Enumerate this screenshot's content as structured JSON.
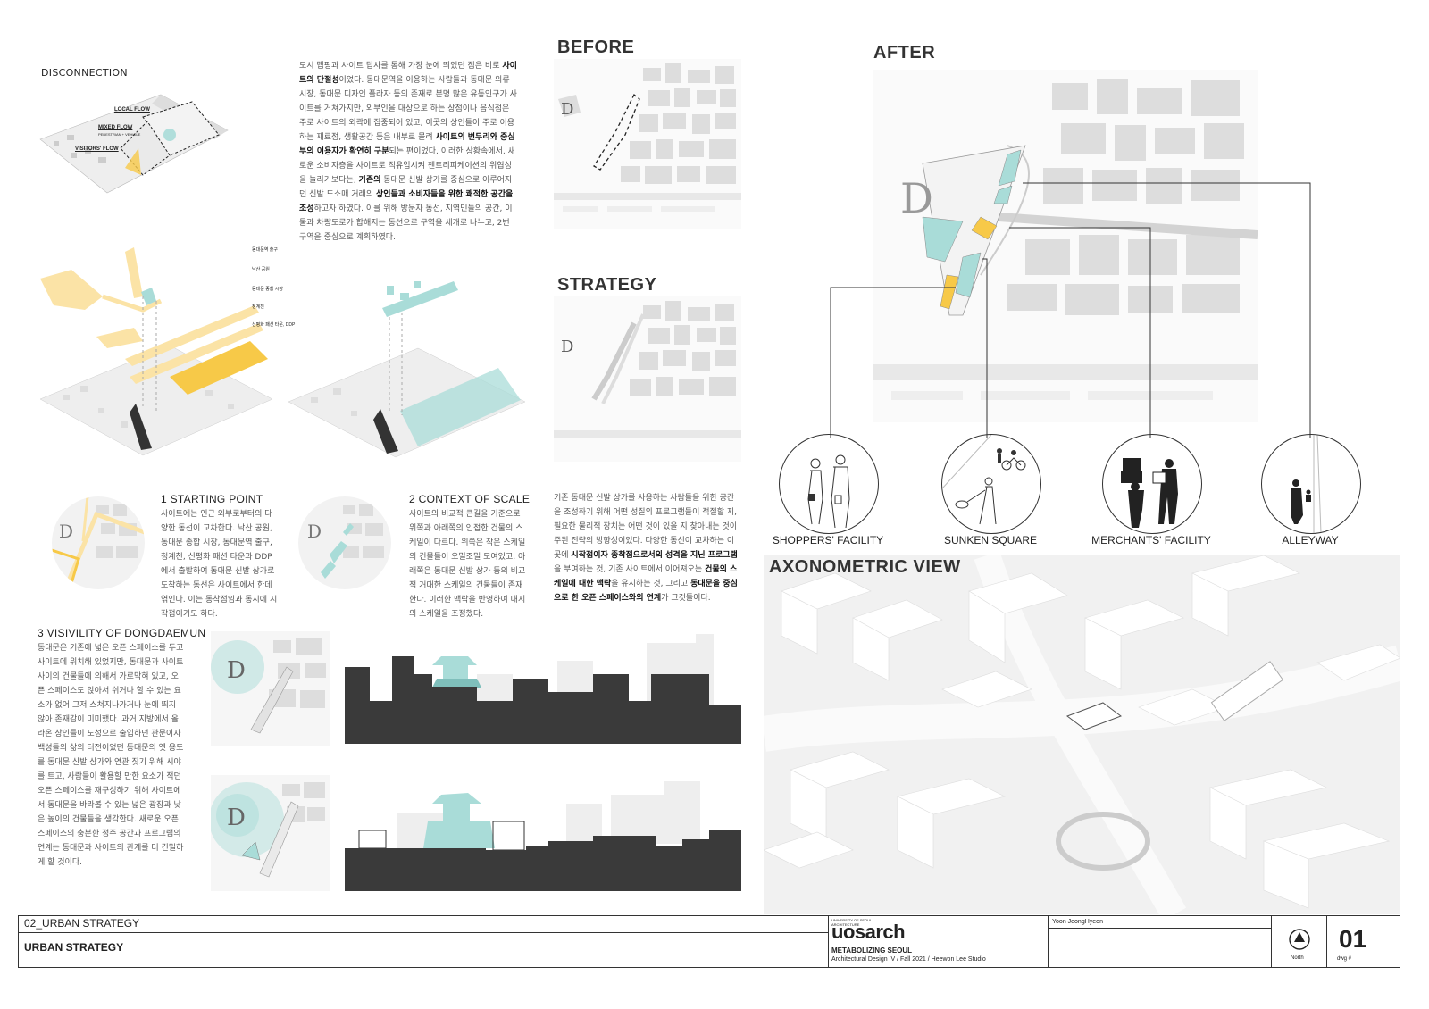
{
  "headings": {
    "disconnection": "DISCONNECTION",
    "before": "BEFORE",
    "strategy": "STRATEGY",
    "after": "AFTER",
    "axonometric": "AXONOMETRIC VIEW",
    "starting_point": "1  STARTING POINT",
    "context_of_scale": "2  CONTEXT OF SCALE",
    "visibility": "3 VISIVILITY OF DONGDAEMUN"
  },
  "flow_labels": {
    "local": "LOCAL FLOW",
    "mixed": "MIXED FLOW",
    "mixed_sub": "PEDESTRIAN + VEHICLE",
    "visitors": "VISITORS' FLOW"
  },
  "layer_labels": [
    "동대문역 출구",
    "낙산 공원",
    "동대문 종합 시장",
    "청계천",
    "신평화 패션 타운, DDP"
  ],
  "intro_text": {
    "p1": "도시 맵핑과 사이트 답사를 통해 가장 눈에 띄었던 점은 비로 ",
    "b1": "사이트의 단절성",
    "p2": "이었다. 동대문역을 이용하는 사람들과 동대문 의류 시장, 동대문 디자인 플라자 등의 존재로 분명 많은 유동인구가 사이트를 거쳐가지만, 외부인을 대상으로 하는 상점이나 음식점은 주로 사이트의 외곽에 집중되어 있고, 이곳의 상인들이 주로 이용하는 재료점, 생활공간 등은 내부로 몰려 ",
    "b2": "사이트의 변두리와 중심부의 이용자가 확연히 구분",
    "p3": "되는 편이었다. 이러한 상황속에서, 새로운 소비자층을 사이트로 직유입시켜 젠트리피케이션의 위협성을 늘리기보다는, ",
    "b3": "기존의",
    "p4": " 동대문 신발 상가를 중심으로 이루어지던 신발 도소매 거래의 ",
    "b4": "상인들과 소비자들을 위한 쾌적한 공간을 조성",
    "p5": "하고자 하였다. 이를 위해 방문자 동선, 지역민들의 공간, 이 둘과 차량도로가 합해지는 동선으로 구역을 세개로 나누고, 2번 구역을 중심으로 계획하였다."
  },
  "starting_point_text": "사이트에는 인근 외부로부터의 다양한 동선이 교차한다. 낙산 공원, 동대문 종합 시장, 동대문역 출구, 청계천, 신평화 패션 타운과 DDP에서 출발하여 동대문 신발 상가로 도착하는 동선은 사이트에서 한데 엮인다. 이는 동착점임과 동시에 시작점이기도 하다.",
  "context_text": "사이트의 비교적 큰길을 기준으로 위쪽과 아래쪽의 인접한 건물의 스케일이 다르다. 위쪽은 작은 스케일의 건물들이 오밀조밀 모여있고, 아래쪽은 동대문 신발 상가 등의 비교적 거대한 스케일의 건물들이 존재한다. 이러한 맥락을 반영하여 대지의 스케일을 조정했다.",
  "strategy_text": {
    "p1": "기존 동대문 신발 상가를 사용하는 사람들을 위한 공간을 조성하기 위해 어떤 성질의 프로그램들이 적절할 지, 필요한 물리적 장치는 어떤 것이 있을 지 찾아내는 것이 주된 전략의 방향성이었다.  다양한 동선이 교차하는 이곳에 ",
    "b1": "시작점이자 종착점으로서의 성격을 지닌 프로그램",
    "p2": "을 부여하는 것, 기존 사이트에서 이어져오는 ",
    "b2": "건물의 스케일에 대한 맥락",
    "p3": "을 유지하는 것, 그리고 ",
    "b3": "동대문을 중심으로 한  오픈 스페이스와의 연계",
    "p4": "가 그것들이다."
  },
  "visibility_text": "동대문은 기존에 넓은 오픈 스페이스를 두고 사이트에 위치해 있었지만, 동대문과 사이트 사이의 건물들에 의해서 가로막혀 있고, 오픈 스페이스도 앉아서 쉬거나 할 수 있는 요소가 없어 그저 스쳐지나가거나 눈에 띄지 않아 존재감이 미미했다. 과거 지방에서 올라온 상인들이 도성으로 출입하던 관문이자 백성들의 삶의 터전이었던 동대문의 옛 용도를 동대문 신발 상가와 연관 짓기 위해 시야를 트고, 사람들이 활용할 만한 요소가 적던 오픈 스페이스를 재구성하기 위해 사이트에서 동대문을 바라볼 수 있는 넓은 광장과 낮은 높이의 건물들을 생각한다. 새로운 오픈 스페이스의 충분한 정주 공간과 프로그램의 연계는 동대문과 사이트의 관계를 더 긴밀하게 할 것이다.",
  "facilities": [
    {
      "label": "SHOPPERS' FACILITY",
      "icon": "shoppers-icon"
    },
    {
      "label": "SUNKEN SQUARE",
      "icon": "sunken-square-icon"
    },
    {
      "label": "MERCHANTS' FACILITY",
      "icon": "merchants-icon"
    },
    {
      "label": "ALLEYWAY",
      "icon": "alleyway-icon"
    }
  ],
  "title_block": {
    "section": "02_URBAN STRATEGY",
    "title": "URBAN STRATEGY",
    "logo_small": "UNIVERSITY OF SEOUL ARCHITECTURE",
    "logo": "uosarch",
    "project": "METABOLIZING SEOUL",
    "course": "Architectural Design IV / Fall 2021 / Heewon Lee Studio",
    "author": "Yoon JeongHyeon",
    "north": "North",
    "dwg_label": "dwg #",
    "dwg_no": "01"
  },
  "colors": {
    "accent_yellow": "#f7c948",
    "light_yellow": "#fbe3a6",
    "accent_teal": "#a9dcd8",
    "dark": "#3a3a3a"
  }
}
